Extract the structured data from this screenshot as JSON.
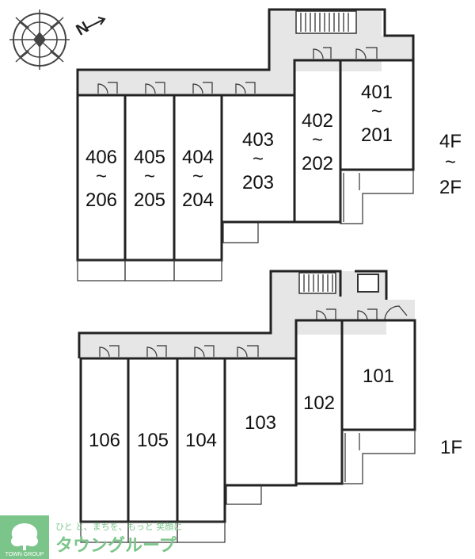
{
  "compass": {
    "label": "N"
  },
  "upper_plan": {
    "floor_label": {
      "top": "4F",
      "sep": "~",
      "bottom": "2F"
    },
    "units": [
      {
        "top": "406",
        "sep": "~",
        "bottom": "206"
      },
      {
        "top": "405",
        "sep": "~",
        "bottom": "205"
      },
      {
        "top": "404",
        "sep": "~",
        "bottom": "204"
      },
      {
        "top": "403",
        "sep": "~",
        "bottom": "203"
      },
      {
        "top": "402",
        "sep": "~",
        "bottom": "202"
      },
      {
        "top": "401",
        "sep": "~",
        "bottom": "201"
      }
    ]
  },
  "lower_plan": {
    "floor_label": "1F",
    "units": [
      "106",
      "105",
      "104",
      "103",
      "102",
      "101"
    ]
  },
  "logo": {
    "tagline": "ひと と、まちを、もっと 笑顔に",
    "brand": "タウングループ",
    "sub": "TOWN GROUP"
  },
  "colors": {
    "wall": "#222222",
    "corridor": "#e6e6e6",
    "logo": "#7cc58a"
  }
}
